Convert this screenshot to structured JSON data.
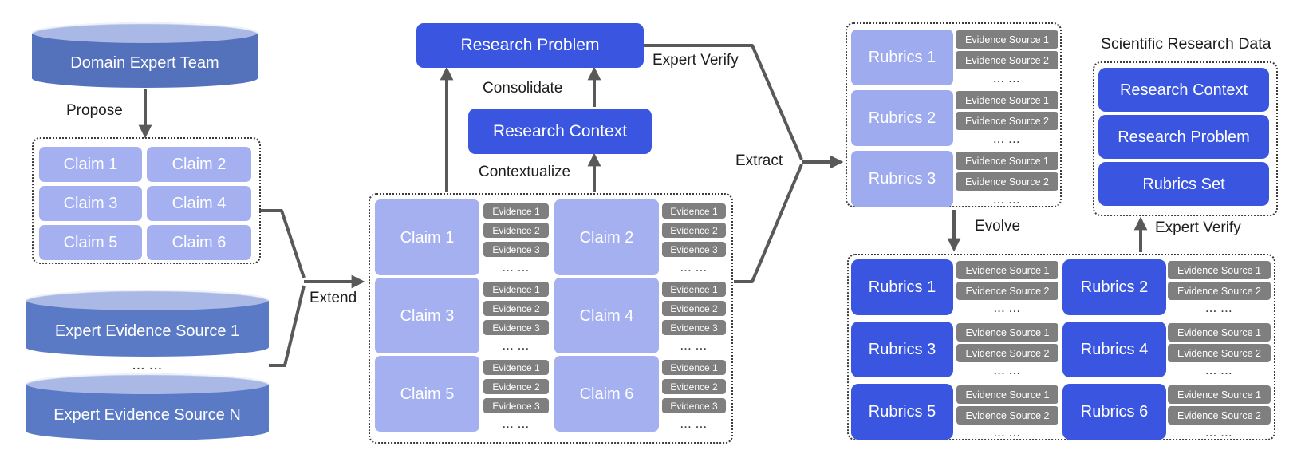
{
  "labels": {
    "propose": "Propose",
    "extend": "Extend",
    "consolidate": "Consolidate",
    "contextualize": "Contextualize",
    "expert_verify_problem": "Expert Verify",
    "extract": "Extract",
    "evolve": "Evolve",
    "expert_verify_output": "Expert Verify",
    "ellipsis": "... ..."
  },
  "colors": {
    "vivid_blue": "#3a56e0",
    "light_purple": "#a5b0f1",
    "cylinder_blue": "#5471bb",
    "cylinder_top": "#a9b8e4",
    "evidence_gray": "#7f7f7f",
    "line_gray": "#595959"
  },
  "left": {
    "domain_expert_team": "Domain Expert Team",
    "claims": [
      "Claim 1",
      "Claim 2",
      "Claim 3",
      "Claim 4",
      "Claim 5",
      "Claim 6"
    ],
    "evidence_source_first": "Expert Evidence Source 1",
    "evidence_source_last": "Expert Evidence Source N"
  },
  "middle": {
    "research_problem": "Research Problem",
    "research_context": "Research Context",
    "claims": [
      {
        "label": "Claim 1",
        "evidence": [
          "Evidence 1",
          "Evidence 2",
          "Evidence 3"
        ]
      },
      {
        "label": "Claim 2",
        "evidence": [
          "Evidence 1",
          "Evidence 2",
          "Evidence 3"
        ]
      },
      {
        "label": "Claim 3",
        "evidence": [
          "Evidence 1",
          "Evidence 2",
          "Evidence 3"
        ]
      },
      {
        "label": "Claim 4",
        "evidence": [
          "Evidence 1",
          "Evidence 2",
          "Evidence 3"
        ]
      },
      {
        "label": "Claim 5",
        "evidence": [
          "Evidence 1",
          "Evidence 2",
          "Evidence 3"
        ]
      },
      {
        "label": "Claim 6",
        "evidence": [
          "Evidence 1",
          "Evidence 2",
          "Evidence 3"
        ]
      }
    ]
  },
  "rubrics_extracted": {
    "items": [
      {
        "label": "Rubrics 1",
        "sources": [
          "Evidence Source 1",
          "Evidence Source 2"
        ]
      },
      {
        "label": "Rubrics 2",
        "sources": [
          "Evidence Source 1",
          "Evidence Source 2"
        ]
      },
      {
        "label": "Rubrics 3",
        "sources": [
          "Evidence Source 1",
          "Evidence Source 2"
        ]
      }
    ]
  },
  "output": {
    "title": "Scientific Research Data",
    "items": [
      "Research Context",
      "Research Problem",
      "Rubrics Set"
    ]
  },
  "rubrics_evolved": {
    "items": [
      {
        "label": "Rubrics 1",
        "sources": [
          "Evidence Source 1",
          "Evidence Source 2"
        ]
      },
      {
        "label": "Rubrics 2",
        "sources": [
          "Evidence Source 1",
          "Evidence Source 2"
        ]
      },
      {
        "label": "Rubrics 3",
        "sources": [
          "Evidence Source 1",
          "Evidence Source 2"
        ]
      },
      {
        "label": "Rubrics 4",
        "sources": [
          "Evidence Source 1",
          "Evidence Source 2"
        ]
      },
      {
        "label": "Rubrics 5",
        "sources": [
          "Evidence Source 1",
          "Evidence Source 2"
        ]
      },
      {
        "label": "Rubrics 6",
        "sources": [
          "Evidence Source 1",
          "Evidence Source 2"
        ]
      }
    ]
  }
}
